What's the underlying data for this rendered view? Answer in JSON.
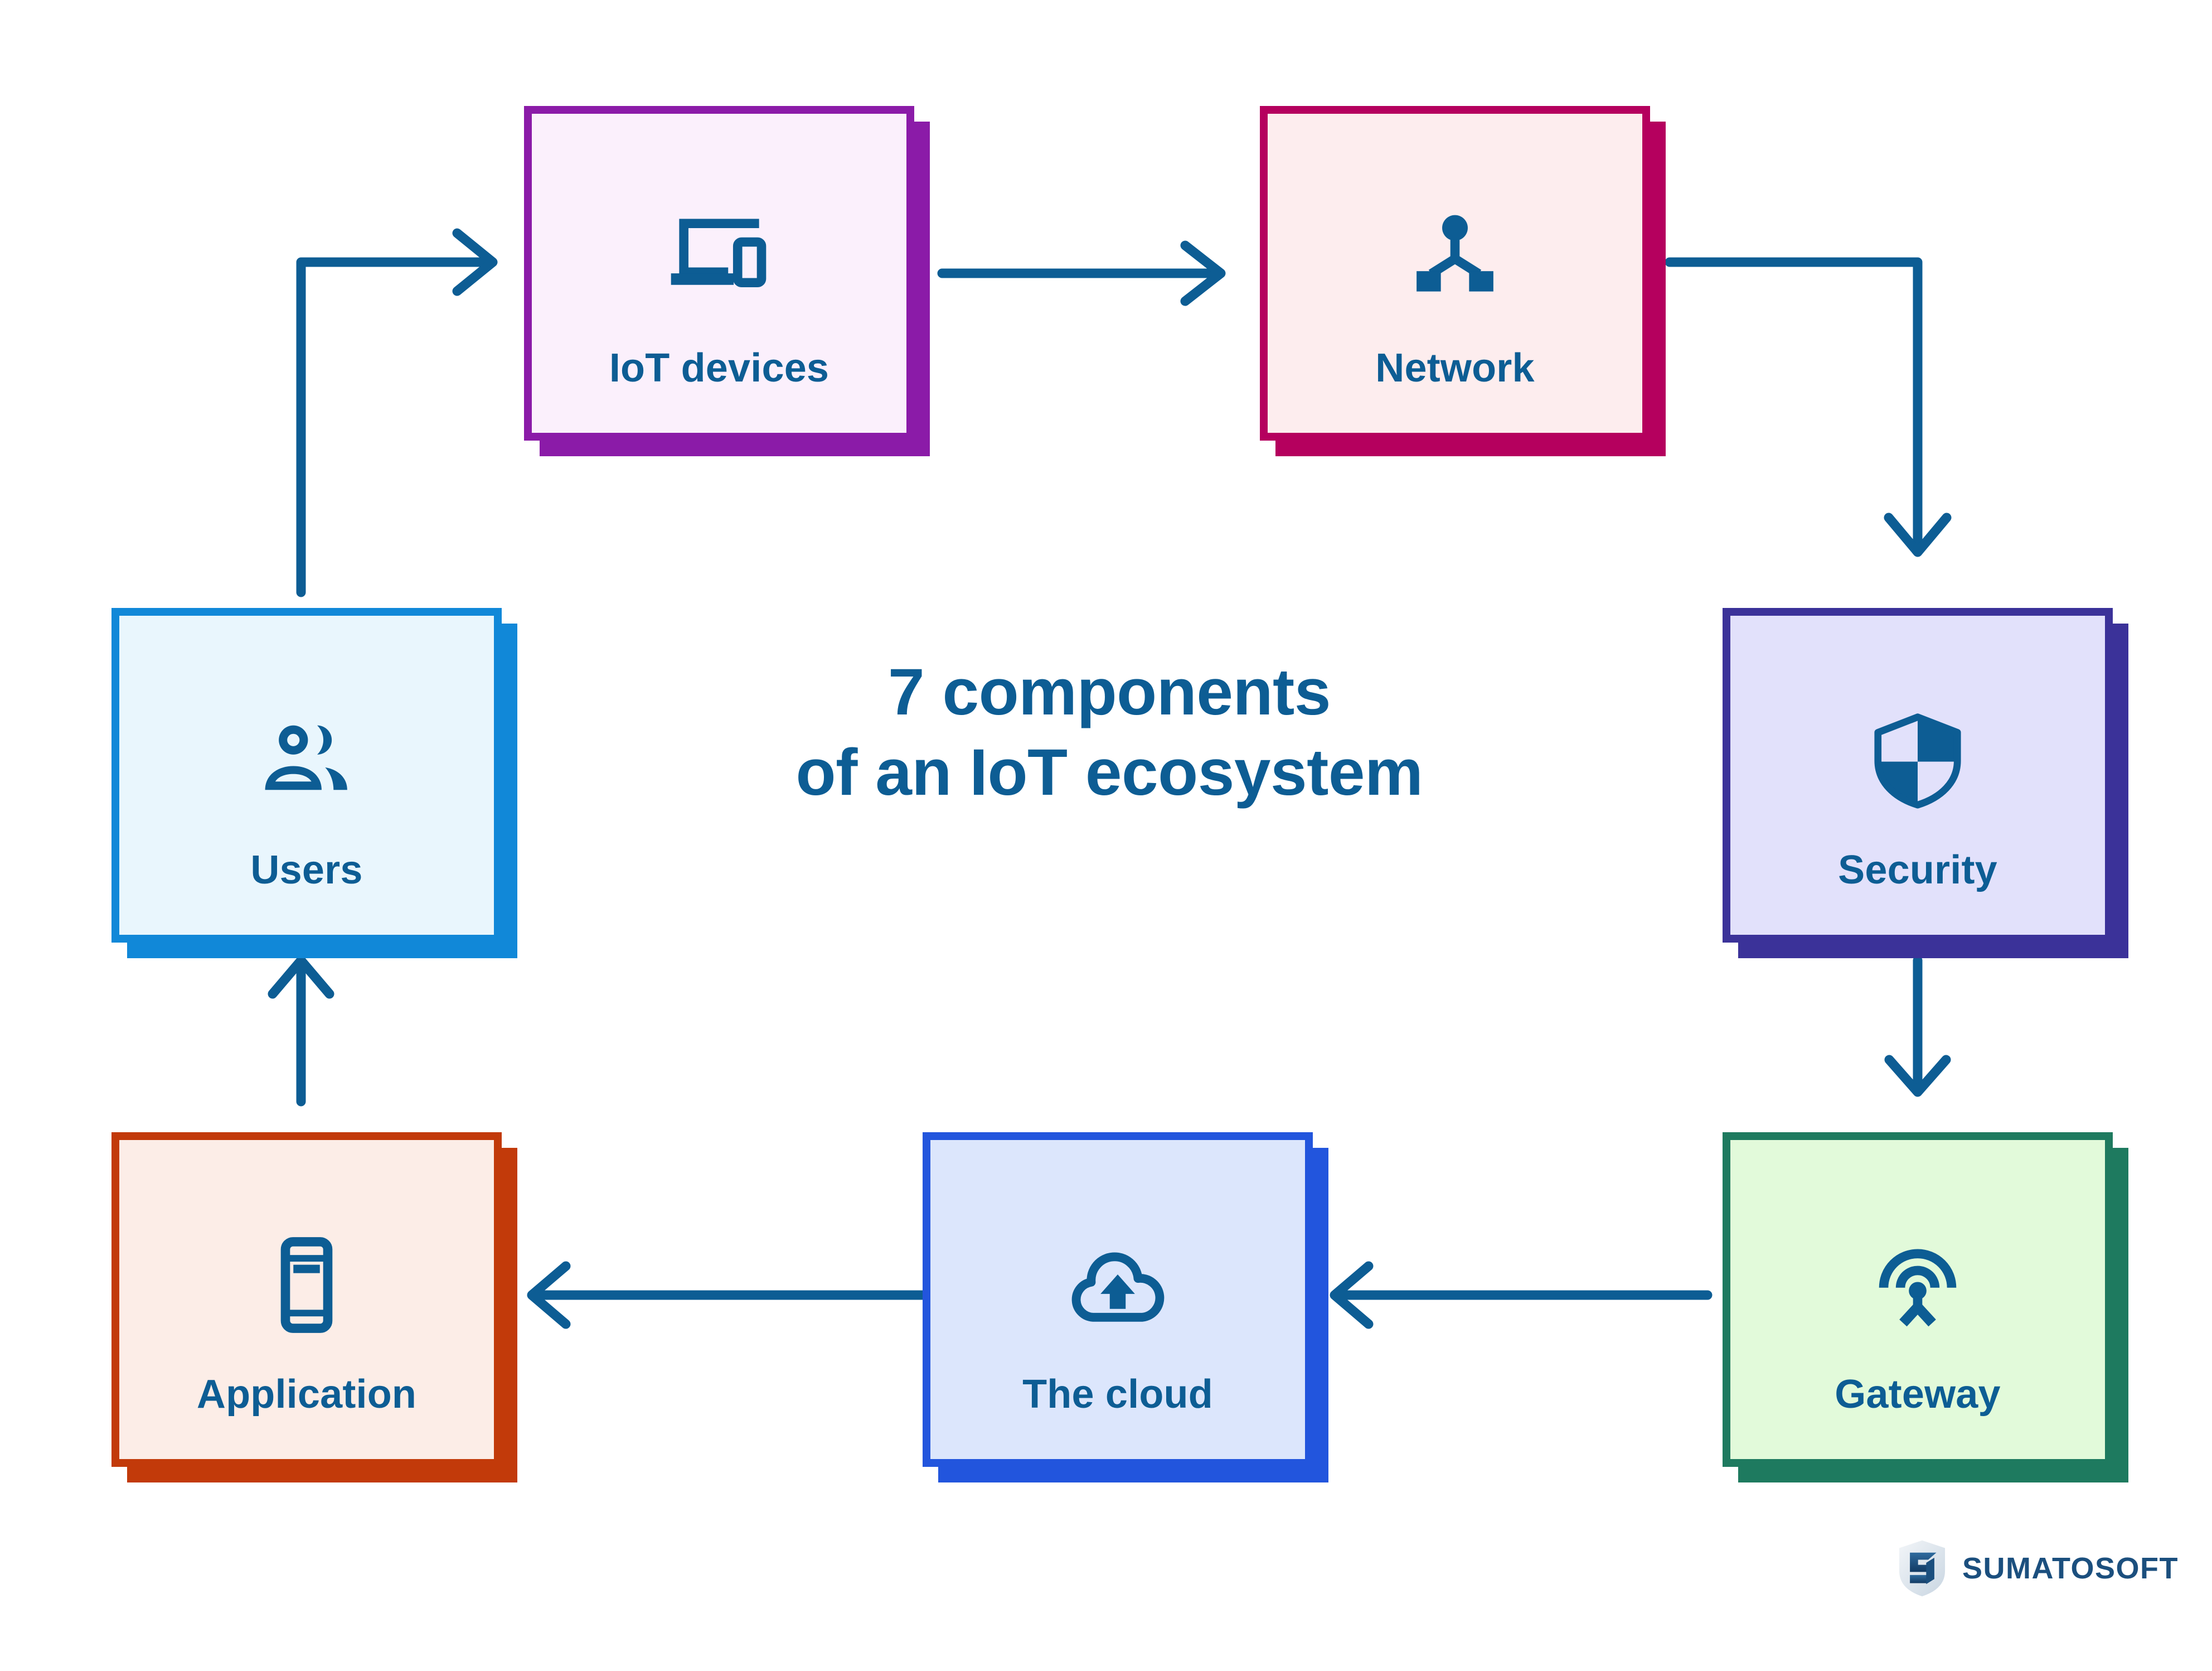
{
  "title": {
    "line1": "7 components",
    "line2": "of an IoT ecosystem",
    "color": "#0d5d94"
  },
  "brand": {
    "name": "SUMATOSOFT",
    "color": "#1b4f7e"
  },
  "icon_color": "#0d5d94",
  "arrow_color": "#0d5d94",
  "components": [
    {
      "id": "iot-devices",
      "label": "IoT devices",
      "icon": "devices-icon",
      "border": "#8B1BA8",
      "fill": "#FBF0FC",
      "shadow": "#8B1BA8"
    },
    {
      "id": "network",
      "label": "Network",
      "icon": "network-nodes-icon",
      "border": "#B5005E",
      "fill": "#FDEDEE",
      "shadow": "#B5005E"
    },
    {
      "id": "security",
      "label": "Security",
      "icon": "shield-icon",
      "border": "#3B3299",
      "fill": "#E2E1FB",
      "shadow": "#3B3299"
    },
    {
      "id": "gateway",
      "label": "Gateway",
      "icon": "broadcast-tower-icon",
      "border": "#1E7A5F",
      "fill": "#E2FADA",
      "shadow": "#1E7A5F"
    },
    {
      "id": "the-cloud",
      "label": "The cloud",
      "icon": "cloud-upload-icon",
      "border": "#2255DD",
      "fill": "#DCE6FC",
      "shadow": "#2255DD"
    },
    {
      "id": "application",
      "label": "Application",
      "icon": "mobile-phone-icon",
      "border": "#C23A0A",
      "fill": "#FCEDE7",
      "shadow": "#C23A0A"
    },
    {
      "id": "users",
      "label": "Users",
      "icon": "users-group-icon",
      "border": "#1188D8",
      "fill": "#E9F6FD",
      "shadow": "#1188D8"
    }
  ],
  "flow": [
    {
      "from": "users",
      "to": "iot-devices",
      "name": "arrow-users-to-iot-devices",
      "shape": "elbow"
    },
    {
      "from": "iot-devices",
      "to": "network",
      "name": "arrow-iot-devices-to-network",
      "shape": "straight"
    },
    {
      "from": "network",
      "to": "security",
      "name": "arrow-network-to-security",
      "shape": "elbow"
    },
    {
      "from": "security",
      "to": "gateway",
      "name": "arrow-security-to-gateway",
      "shape": "straight"
    },
    {
      "from": "gateway",
      "to": "the-cloud",
      "name": "arrow-gateway-to-the-cloud",
      "shape": "straight"
    },
    {
      "from": "the-cloud",
      "to": "application",
      "name": "arrow-the-cloud-to-application",
      "shape": "straight"
    },
    {
      "from": "application",
      "to": "users",
      "name": "arrow-application-to-users",
      "shape": "straight"
    }
  ]
}
